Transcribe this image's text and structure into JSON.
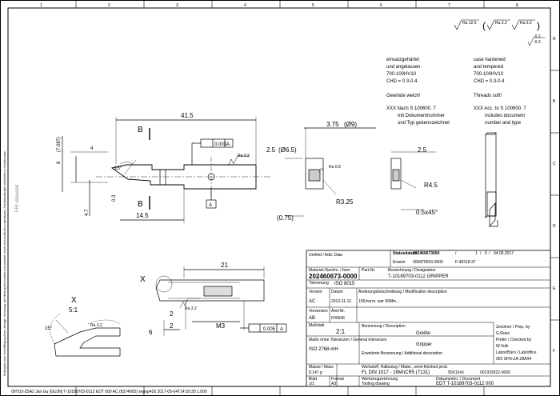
{
  "border": {
    "cols": [
      "1",
      "2",
      "3",
      "4",
      "5",
      "6",
      "7",
      "8"
    ],
    "rows": [
      "A",
      "B",
      "C",
      "D",
      "E",
      "F"
    ]
  },
  "side_text": {
    "left_notice": "Weitergabe sowie Vervielfältigung dieser Unterlage, Verwertung und Mitteilung ihres Inhaltes nicht gestattet, soweit nicht ausdrücklich zugestanden. Zuwiderhandlungen verpflichten zu Schadenersatz.",
    "left_mark": "FRI released"
  },
  "surface_symbols": {
    "general": "Ra 12.5",
    "bracket_1": "Ra 3.2",
    "bracket_2": "Ra 3.2",
    "tolerance_top": "-0.2",
    "tolerance_bottom": "-0.3"
  },
  "notes": {
    "de": [
      "einsatzgehärtet",
      "und angelassen",
      "700-100HV10",
      "CHD = 0.3-0.4",
      "",
      "Gewinde weich!",
      "",
      "XXX Nach S 100600. 7",
      "mit Dokumentnummer",
      "und Typ gekennzeichnet"
    ],
    "en": [
      "case hardened",
      "and tempered",
      "700-100HV10",
      "CHD = 0.3-0.4",
      "",
      "Threads soft!",
      "",
      "XXX Acc. to S 100600. 7",
      "includes document",
      "number and type"
    ]
  },
  "dims": {
    "d41_5": "41.5",
    "d0_003": "0.003",
    "datum_a": "A",
    "datum_b": "B",
    "ra32": "Ra 3.2",
    "ra32b": "Ra 3.2",
    "d15": "15°",
    "d8": "8",
    "d4": "4",
    "d7087": "(7.087)",
    "d0_3": "0.3",
    "d4_7": "4.7",
    "d14_5": "14.5",
    "d3_75": "3.75",
    "dphi9": "(Ø9)",
    "d2_5": "2.5",
    "dphi6_5": "(Ø6.5)",
    "d075": "(0.75)",
    "r3_25": "R3.25",
    "ra08": "Ra 0.8",
    "d2_5b": "2.5",
    "r4_5": "R4.5",
    "d05x45": "0.5x45°",
    "d21": "21",
    "d2": "2",
    "d2b": "2",
    "d6": "6",
    "m3": "M3",
    "d0_005": "0.005",
    "d15b": "15°",
    "det_x": "X",
    "det_scale": "X",
    "det_scale2": "5:1",
    "ra32c": "Ra 3.2"
  },
  "title_block": {
    "unit": "Umfeld / Add. Data",
    "status_lbl": "Statusdatum",
    "status_val": "202460673000",
    "rev_slash": "/",
    "rev_1": "1",
    "rev_5": "5",
    "rev_date": "04.05.2017",
    "ersetzt_lbl": "Ersetzt",
    "ersetzt_val": "006875553-0000",
    "ersetzt_f": "F-46318.37",
    "mat_lbl": "Material-/Sachnr. / Item",
    "part_no": "202460673-0000",
    "part_lbl": "Part-Nr.",
    "desc_lbl": "Bezeichnung / Designation",
    "desc_val": "T-10189703-0112 GRIPPER",
    "tol_lbl": "Tolerierung",
    "tol_val": "ISO 8015",
    "version_lbl": "Version",
    "version_val": "AC",
    "date_lbl": "Datum",
    "date_val": "2013-11-12",
    "change_lbl": "Änderungsbeschreibung / Modification description",
    "change_val": "155/norm. war 90Min...",
    "prev_lbl": "Vorversion",
    "prev_val": "AB",
    "ando_lbl": "Änd-Nr.",
    "ando_val": "F90646",
    "scale_lbl": "Maßstab",
    "scale_val": "2:1",
    "name_lbl": "Benennung / Description",
    "name_de": "Greifer",
    "name_en": "Gripper",
    "ext_lbl": "Erweiterte Benennung / Additional description",
    "drawn_lbl": "Zeichner / Prep. by",
    "drawn_val": "G.Rues",
    "checked_lbl": "Prüfer / Checked by",
    "checked_val": "W.Volk",
    "dept_lbl": "Labor/Büro / Lab/office",
    "dept_val": "902 SFN-ZA-Z8A/I4",
    "gen_tol": "Maße ohne Toleranzen / General tolerances",
    "gen_tol_val": "ISO 2768-mH",
    "mass_lbl": "Masse / Mass",
    "mass_val": "8.147 g",
    "mat2_lbl": "Werkstoff, Halbzeug / Mater., semi-finished prod.",
    "mat2_val": "FL DIN 1017 - 16MnCR5 (7131)",
    "blank_val": "50X10x6",
    "doc_no_blank": "001933922-0000",
    "sheet_lbl": "Blatt",
    "sheet_val": "1/1",
    "format_lbl": "Format",
    "format_val": "A3",
    "type_lbl": "Werkzeugzeichnung",
    "type_val": "Tooling drawing",
    "docno_lbl": "Dokumentnr. / Document",
    "docno_val": "EDT T-10189703-0112 000"
  },
  "footer": "09TO3-Z5A2 Jan Gu [GUJN] T-10189703-0112 EDT 000 AC (8374093) sepop426 2017-05-04T14:50:30 1.000"
}
